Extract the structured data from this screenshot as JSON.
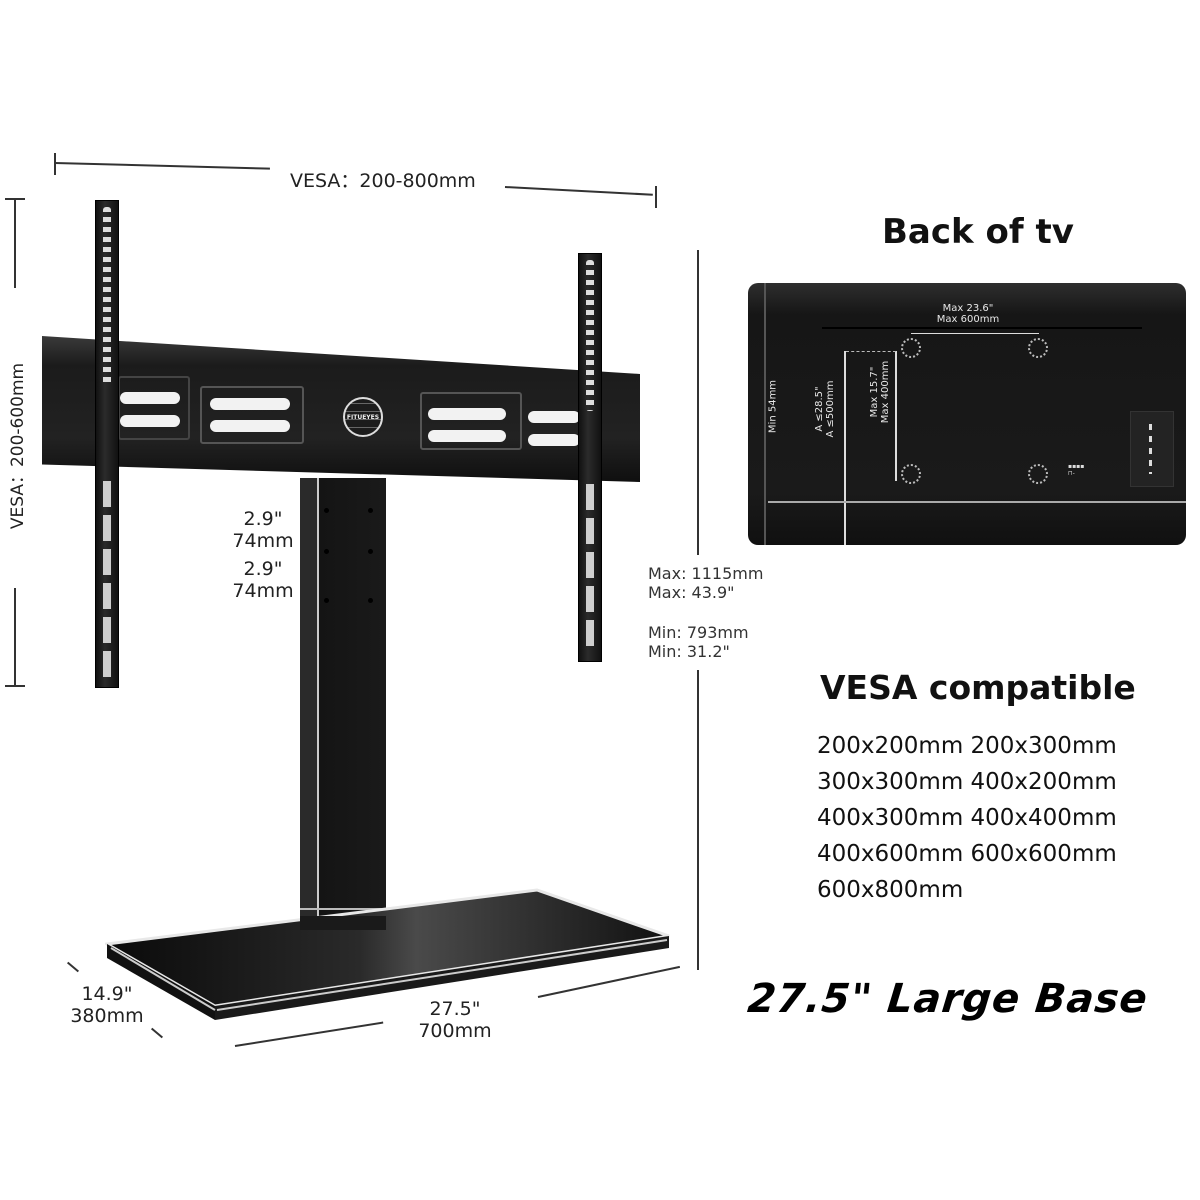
{
  "dimensions": {
    "vesa_horizontal": "VESA：200-800mm",
    "vesa_vertical": "VESA：200-600mm",
    "pole_spacing_1_in": "2.9\"",
    "pole_spacing_1_mm": "74mm",
    "pole_spacing_2_in": "2.9\"",
    "pole_spacing_2_mm": "74mm",
    "height_max_mm": "Max: 1115mm",
    "height_max_in": "Max: 43.9\"",
    "height_min_mm": "Min: 793mm",
    "height_min_in": "Min: 31.2\"",
    "base_depth_in": "14.9\"",
    "base_depth_mm": "380mm",
    "base_width_in": "27.5\"",
    "base_width_mm": "700mm"
  },
  "product": {
    "logo_text": "FITUEYES",
    "logo_icon": "globe-icon"
  },
  "tv_back": {
    "title": "Back of  tv",
    "max_width_in": "Max 23.6\"",
    "max_width_mm": "Max 600mm",
    "max_height_in": "Max 15.7\"",
    "max_height_mm": "Max 400mm",
    "a_in": "A ≤28.5\"",
    "a_mm": "A ≤500mm",
    "min_label": "Min 54mm"
  },
  "vesa_compatible": {
    "title": "VESA compatible",
    "rows": [
      "200x200mm 200x300mm",
      "300x300mm 400x200mm",
      "400x300mm 400x400mm",
      "400x600mm 600x600mm",
      "600x800mm"
    ]
  },
  "headline": "27.5\" Large Base",
  "colors": {
    "metal": "#1a1a1a",
    "background": "#ffffff",
    "text": "#111111"
  }
}
